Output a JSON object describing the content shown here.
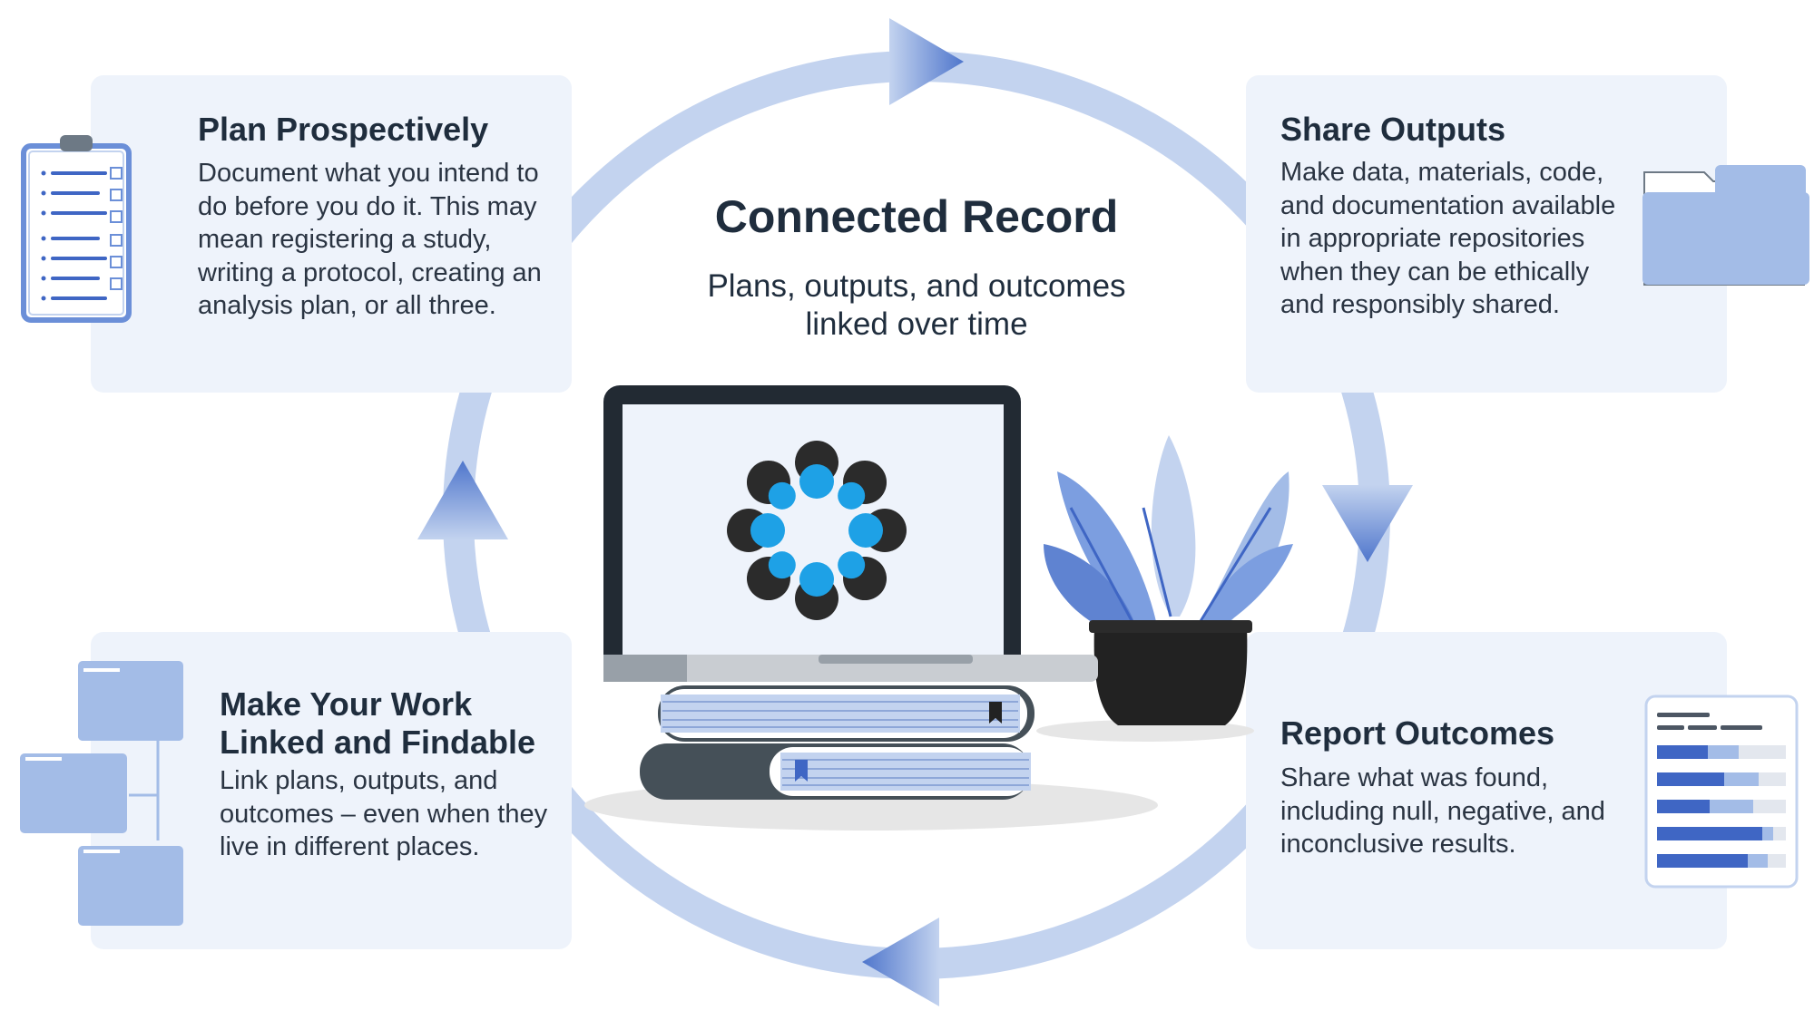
{
  "center": {
    "title": "Connected Record",
    "subtitle": "Plans, outputs, and outcomes\nlinked over time"
  },
  "cards": {
    "plan": {
      "title": "Plan Prospectively",
      "body": "Document what you intend to do before you do it. This may mean registering a study, writing a protocol, creating an analysis plan, or all three.",
      "icon": "clipboard-checklist-icon"
    },
    "share": {
      "title": "Share Outputs",
      "body": "Make data, materials, code, and documentation available in appropriate repositories when they can be ethically and responsibly shared.",
      "icon": "folder-icon"
    },
    "link": {
      "title": "Make Your Work\nLinked and Findable",
      "body": "Link plans, outputs, and outcomes – even when they live in different places.",
      "icon": "linked-folders-icon"
    },
    "report": {
      "title": "Report Outcomes",
      "body": "Share what was found, including null, negative, and inconclusive results.",
      "icon": "results-report-icon"
    }
  },
  "colors": {
    "card_bg": "#eef3fb",
    "ring": "#c3d3ef",
    "arrow": "#5f83d1",
    "folder": "#a3bce7",
    "navy": "#1f2d3d",
    "accent_blue": "#1ea1e6",
    "dark_dot": "#2b2b2b"
  }
}
